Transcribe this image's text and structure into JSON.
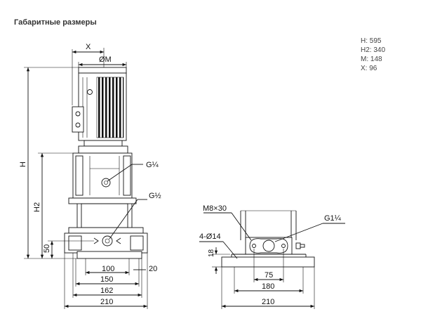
{
  "title": "Габаритные размеры",
  "specs": [
    {
      "text": "H: 595"
    },
    {
      "text": "H2: 340"
    },
    {
      "text": "M: 148"
    },
    {
      "text": "X: 96"
    }
  ],
  "front_view": {
    "dim_x": "X",
    "dim_m": "ØM",
    "dim_h": "H",
    "dim_h2": "H2",
    "dim_50": "50",
    "port_top": "G¼",
    "port_mid": "G½",
    "dim_100": "100",
    "dim_20": "20",
    "dim_150": "150",
    "dim_162": "162",
    "dim_210": "210"
  },
  "base_view": {
    "bolt": "M8×30",
    "port": "G1¼",
    "holes": "4-Ø14",
    "dim_18": "18",
    "dim_75": "75",
    "dim_180": "180",
    "dim_210": "210"
  }
}
